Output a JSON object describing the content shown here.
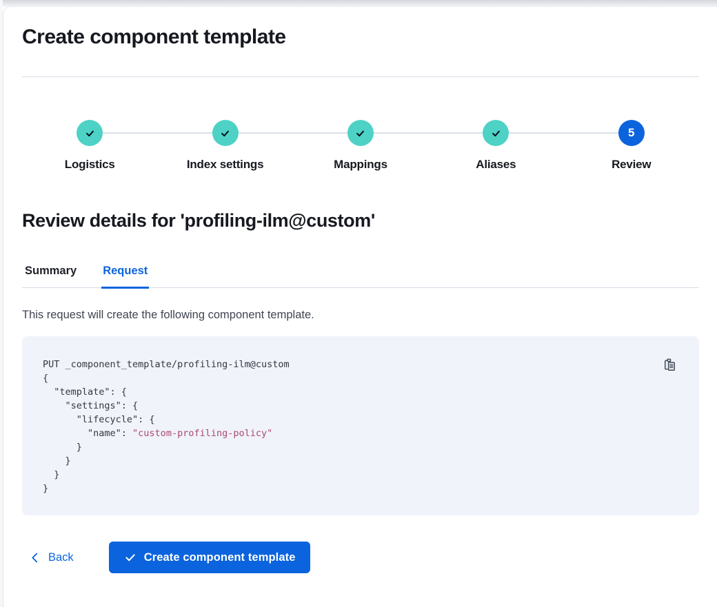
{
  "page": {
    "title": "Create component template"
  },
  "stepper": {
    "steps": [
      {
        "label": "Logistics",
        "status": "complete",
        "icon": "check-icon"
      },
      {
        "label": "Index settings",
        "status": "complete",
        "icon": "check-icon"
      },
      {
        "label": "Mappings",
        "status": "complete",
        "icon": "check-icon"
      },
      {
        "label": "Aliases",
        "status": "complete",
        "icon": "check-icon"
      },
      {
        "label": "Review",
        "status": "current",
        "number": "5"
      }
    ]
  },
  "review": {
    "heading": "Review details for 'profiling-ilm@custom'",
    "tabs": [
      {
        "label": "Summary",
        "selected": false
      },
      {
        "label": "Request",
        "selected": true
      }
    ],
    "description": "This request will create the following component template."
  },
  "code_block": {
    "copy_icon": "copy-clipboard-icon",
    "lines": [
      [
        {
          "t": "PUT _component_template/profiling-ilm@custom",
          "c": "plain"
        }
      ],
      [
        {
          "t": "{",
          "c": "plain"
        }
      ],
      [
        {
          "t": "  \"template\": {",
          "c": "plain"
        }
      ],
      [
        {
          "t": "    \"settings\": {",
          "c": "plain"
        }
      ],
      [
        {
          "t": "      \"lifecycle\": {",
          "c": "plain"
        }
      ],
      [
        {
          "t": "        \"name\": ",
          "c": "plain"
        },
        {
          "t": "\"custom-profiling-policy\"",
          "c": "string"
        }
      ],
      [
        {
          "t": "      }",
          "c": "plain"
        }
      ],
      [
        {
          "t": "    }",
          "c": "plain"
        }
      ],
      [
        {
          "t": "  }",
          "c": "plain"
        }
      ],
      [
        {
          "t": "}",
          "c": "plain"
        }
      ]
    ]
  },
  "footer": {
    "back_label": "Back",
    "submit_label": "Create component template"
  },
  "colors": {
    "primary": "#0b64dd",
    "success_teal": "#4dd2c5",
    "code_string": "#aa4a6e",
    "code_background": "#f0f3fa",
    "connector_gray": "#d9dfe9",
    "heading_text": "#16191f",
    "body_text": "#3f4450"
  }
}
